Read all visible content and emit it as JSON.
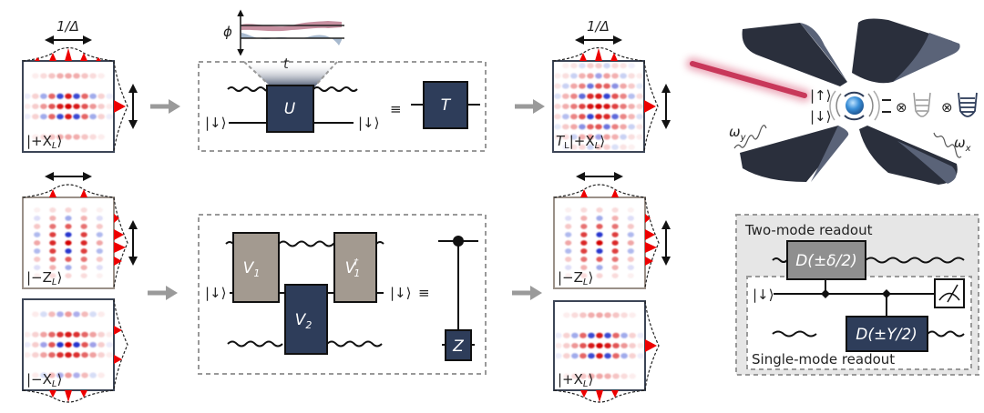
{
  "colors": {
    "gate_dark": "#2e3d5a",
    "gate_gray": "#a39a90",
    "gate_mid_gray": "#8f8f8f",
    "wigner_pos": "#d40000",
    "wigner_neg": "#1020c8",
    "arrow_gray": "#9a9a9a",
    "dash_gray": "#999999",
    "panel_bg": "#e6e6e6",
    "laser": "#c8385a",
    "electrode": "#2a2f3c",
    "electrode_face": "#5a6378",
    "ion": "#3a8fd8"
  },
  "top_row": {
    "input_state": {
      "label": "|+X",
      "sub": "L",
      "close": "⟩",
      "scale_label": "1/Δ",
      "pattern": "plus_x"
    },
    "noise_plot": {
      "y_label": "ϕ",
      "x_label": "t"
    },
    "circuit": {
      "gate_U": "U",
      "gate_T": "T",
      "input_ket": "|↓⟩",
      "output_ket": "|↓⟩",
      "equiv": "≡"
    },
    "output_state": {
      "prefix": "T",
      "prefix_sub": "L",
      "label": "|+X",
      "sub": "L",
      "close": "⟩",
      "scale_label": "1/Δ",
      "pattern": "t_plus_x"
    }
  },
  "bottom_row": {
    "input_states": [
      {
        "label": "|−Z",
        "sub": "L",
        "close": "⟩",
        "pattern": "minus_z"
      },
      {
        "label": "|−X",
        "sub": "L",
        "close": "⟩",
        "pattern": "minus_x"
      }
    ],
    "circuit": {
      "gate_V1": "V",
      "gate_V1_sub": "1",
      "gate_V2": "V",
      "gate_V2_sub": "2",
      "gate_V1_dag": "V",
      "gate_V1_dag_sub": "1",
      "gate_V1_dag_sup": "†",
      "gate_Z": "Z",
      "input_ket": "|↓⟩",
      "output_ket": "|↓⟩",
      "equiv": "≡"
    },
    "output_states": [
      {
        "label": "|−Z",
        "sub": "L",
        "close": "⟩",
        "pattern": "minus_z"
      },
      {
        "label": "|+X",
        "sub": "L",
        "close": "⟩",
        "pattern": "plus_x"
      }
    ]
  },
  "trap": {
    "spin_up": "|↑⟩",
    "spin_down": "|↓⟩",
    "tensor": "⊗",
    "omega_y": "ω",
    "omega_y_sub": "y",
    "omega_x": "ω",
    "omega_x_sub": "x"
  },
  "readout": {
    "two_mode_label": "Two-mode readout",
    "single_mode_label": "Single-mode readout",
    "gate_delta": "D(±δ/2)",
    "gate_Y": "D(±Y/2)",
    "input_ket": "|↓⟩"
  }
}
